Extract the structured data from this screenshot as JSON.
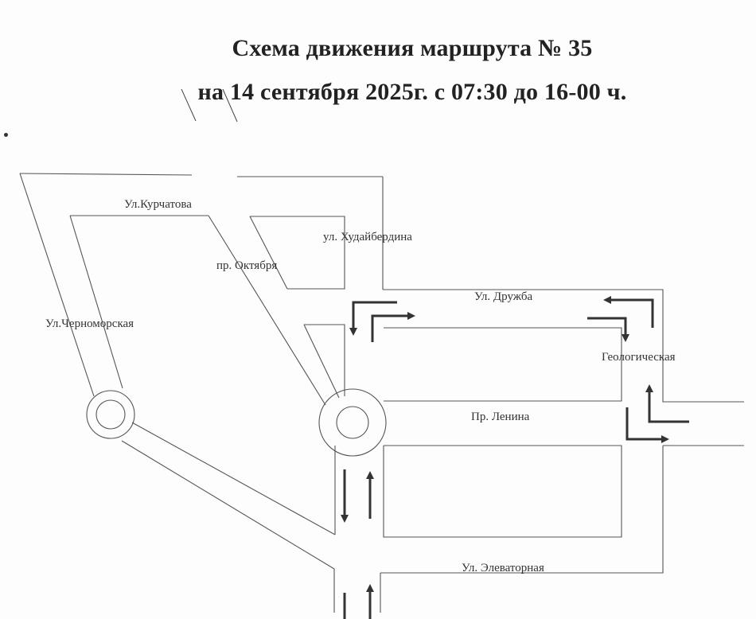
{
  "title": {
    "line1": "Схема движения маршрута № 35",
    "line2": "на 14 сентября 2025г. с 07:30 до 16-00 ч."
  },
  "streets": {
    "kurchatova": "Ул.Курчатова",
    "khudaiberdina": "ул. Худайбердина",
    "oktyabrya": "пр. Октября",
    "chernomorskaya": "Ул.Черноморская",
    "druzhba": "Ул. Дружба",
    "geologicheskaya": "Геологическая",
    "lenina": "Пр. Ленина",
    "elevatornaya": "Ул. Элеваторная"
  },
  "colors": {
    "road": "#555555",
    "arrow": "#333333",
    "text": "#222222"
  }
}
